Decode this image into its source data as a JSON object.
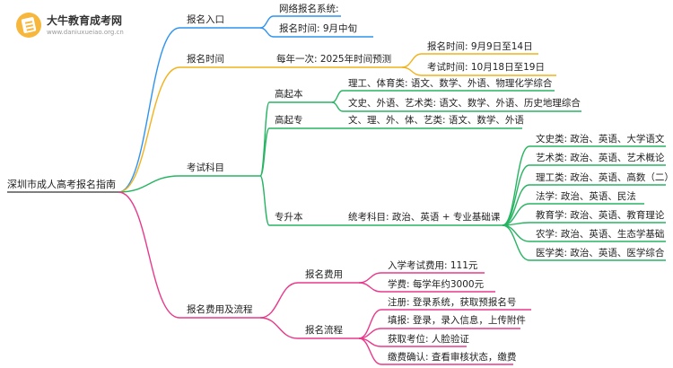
{
  "logo": {
    "name": "大牛教育成考网",
    "url": "www.daniuxueiao.org.cn"
  },
  "root": "深圳市成人高考报名指南",
  "branches": {
    "baoming_rukou": {
      "label": "报名入口",
      "color": "#2f93f0",
      "items": [
        "网络报名系统:",
        "报名时间: 9月中旬"
      ]
    },
    "baoming_shijian": {
      "label": "报名时间",
      "color": "#f2b21a",
      "sub": "每年一次: 2025年时间预测",
      "items": [
        "报名时间: 9月9日至14日",
        "考试时间: 10月18日至19日"
      ]
    },
    "kaoshi_kemu": {
      "label": "考试科目",
      "color": "#28b463",
      "gaoqiben": {
        "label": "高起本",
        "items": [
          "理工、体育类: 语文、数学、外语、物理化学综合",
          "文史、外语、艺术类: 语文、数学、外语、历史地理综合"
        ]
      },
      "gaoqizhuan": {
        "label": "高起专",
        "items": [
          "文、理、外、体、艺类: 语文、数学、外语"
        ]
      },
      "zhuanshengben": {
        "label": "专升本",
        "sub": "统考科目: 政治、英语 + 专业基础课",
        "items": [
          "文史类: 政治、英语、大学语文",
          "艺术类: 政治、英语、艺术概论",
          "理工类: 政治、英语、高数（二）",
          "法学: 政治、英语、民法",
          "教育学: 政治、英语、教育理论",
          "农学: 政治、英语、生态学基础",
          "医学类: 政治、英语、医学综合"
        ]
      }
    },
    "feiyong_liucheng": {
      "label": "报名费用及流程",
      "color": "#e8398b",
      "feiyong": {
        "label": "报名费用",
        "items": [
          "入学考试费用: 111元",
          "学费: 每学年约3000元"
        ]
      },
      "liucheng": {
        "label": "报名流程",
        "items": [
          "注册: 登录系统，获取预报名号",
          "填报: 登录，录入信息，上传附件",
          "获取考位: 人脸验证",
          "缴费确认: 查看审核状态，缴费"
        ]
      }
    }
  }
}
